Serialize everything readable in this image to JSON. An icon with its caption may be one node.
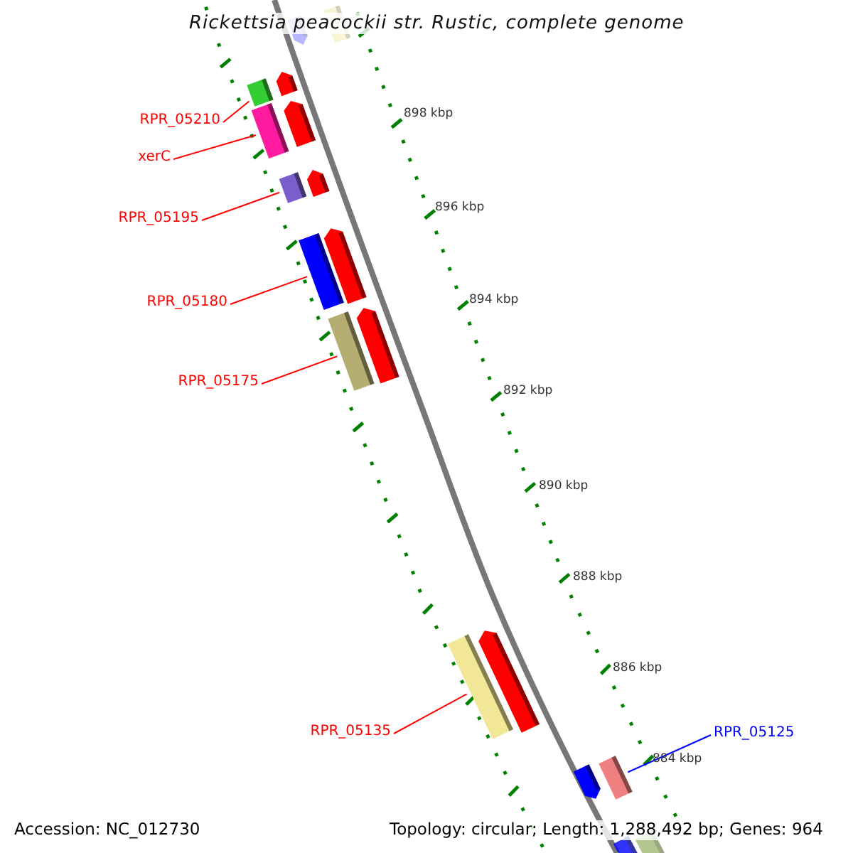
{
  "diagram": {
    "title": "Rickettsia peacockii str. Rustic, complete genome",
    "nodes": [
      {
        "text": [
          "RPR_05210"
        ]
      },
      {
        "text": [
          "xerC"
        ]
      },
      {
        "text": [
          "RPR_05195"
        ]
      },
      {
        "text": [
          "RPR_05180"
        ]
      },
      {
        "text": [
          "RPR_05175"
        ]
      },
      {
        "text": [
          "RPR_05135"
        ]
      },
      {
        "text": [
          "RPR_05125"
        ]
      },
      {
        "text": [],
        "shape": "bar"
      },
      {
        "text": [],
        "shape": "bar"
      },
      {
        "text": [],
        "shape": "bar"
      },
      {
        "text": [],
        "shape": "bar"
      },
      {
        "text": [],
        "shape": "bar"
      },
      {
        "text": [],
        "shape": "bar"
      },
      {
        "text": [],
        "shape": "bar"
      }
    ],
    "edges": [
      {
        "from": 0,
        "to": 7,
        "arrow": "none"
      },
      {
        "from": 1,
        "to": 8,
        "arrow": "none"
      },
      {
        "from": 2,
        "to": 9,
        "arrow": "none"
      },
      {
        "from": 3,
        "to": 10,
        "arrow": "none"
      },
      {
        "from": 4,
        "to": 11,
        "arrow": "none"
      },
      {
        "from": 5,
        "to": 12,
        "arrow": "none"
      },
      {
        "from": 6,
        "to": 13,
        "arrow": "none",
        "color": "#0000ff"
      }
    ],
    "labels": [
      "898 kbp",
      "896 kbp",
      "894 kbp",
      "892 kbp",
      "890 kbp",
      "888 kbp",
      "886 kbp",
      "884 kbp",
      "Accession: NC_012730",
      "Topology: circular; Length: 1,288,492 bp; Genes: 964"
    ]
  }
}
